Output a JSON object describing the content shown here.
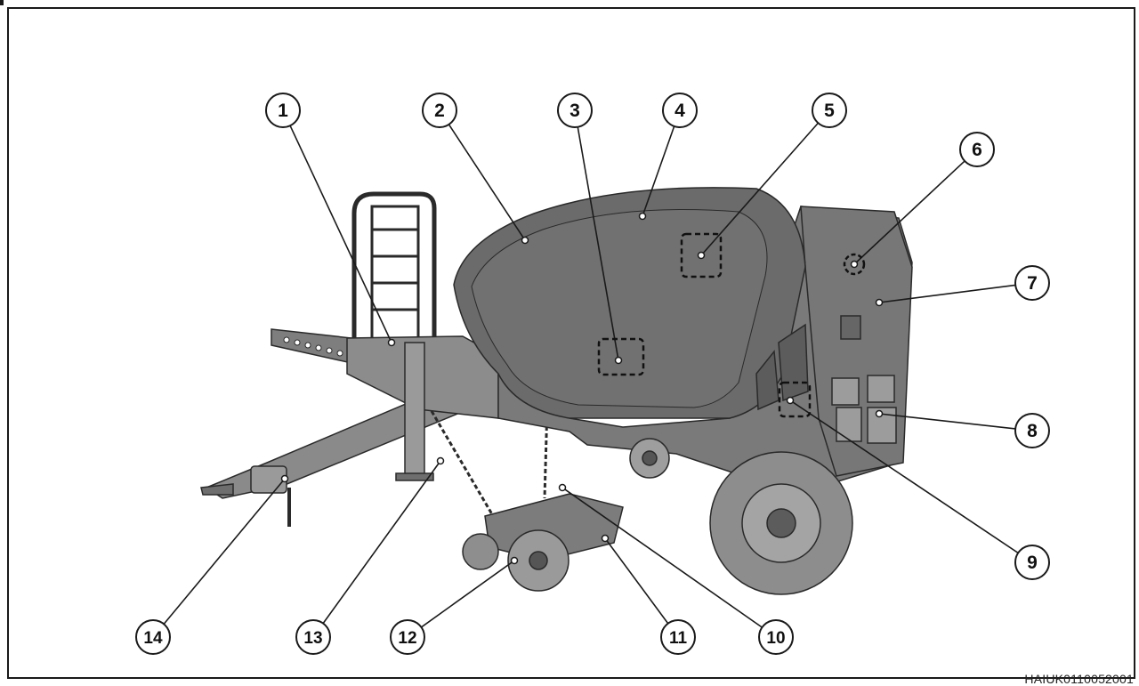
{
  "figure": {
    "reference_code": "HAIUK0110052001",
    "machine_body_color": "#7a7a7a",
    "machine_dark_color": "#5c5c5c",
    "line_color": "#1a1a1a"
  },
  "callouts": [
    {
      "label": "1"
    },
    {
      "label": "2"
    },
    {
      "label": "3"
    },
    {
      "label": "4"
    },
    {
      "label": "5"
    },
    {
      "label": "6"
    },
    {
      "label": "7"
    },
    {
      "label": "8"
    },
    {
      "label": "9"
    },
    {
      "label": "10"
    },
    {
      "label": "11"
    },
    {
      "label": "12"
    },
    {
      "label": "13"
    },
    {
      "label": "14"
    }
  ]
}
